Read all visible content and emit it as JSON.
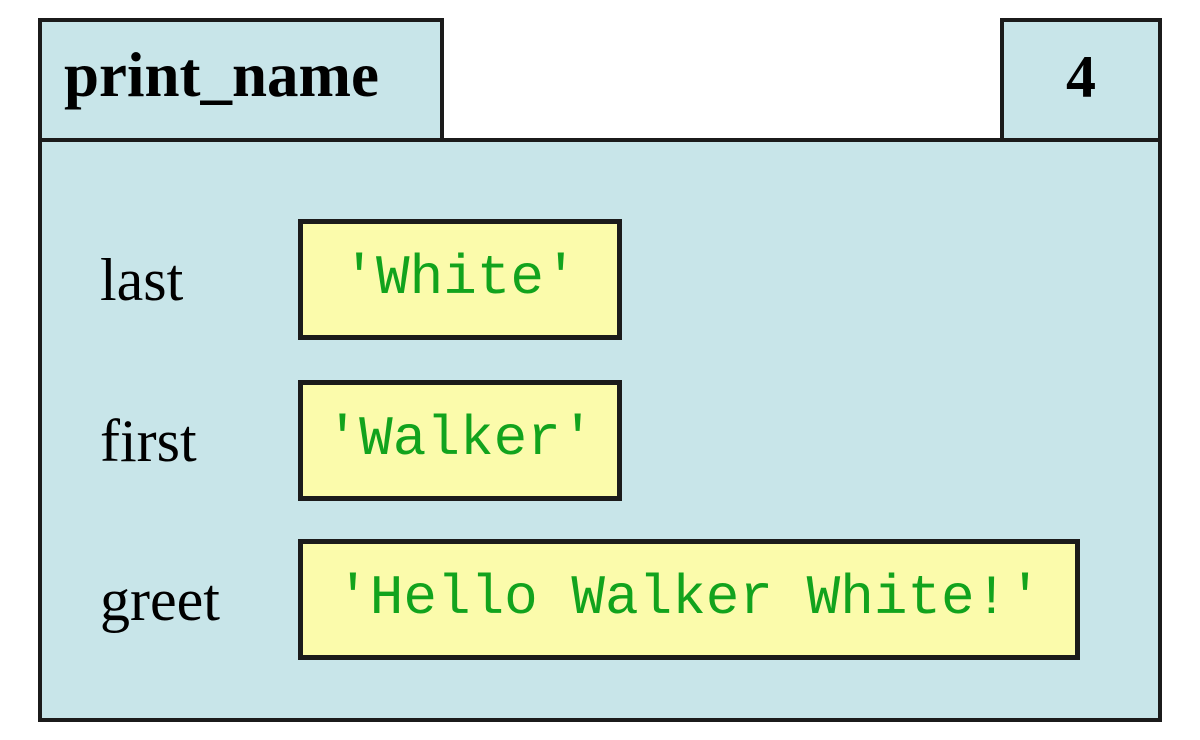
{
  "frame": {
    "function_name": "print_name",
    "line_number": "4",
    "variables": [
      {
        "name": "last",
        "value": "'White'"
      },
      {
        "name": "first",
        "value": "'Walker'"
      },
      {
        "name": "greet",
        "value": "'Hello Walker White!'"
      }
    ]
  },
  "colors": {
    "frame_fill": "#c8e5e9",
    "value_box_fill": "#fbfbab",
    "value_text": "#12a31d",
    "border": "#1b1b1b",
    "label_text": "#000000"
  }
}
